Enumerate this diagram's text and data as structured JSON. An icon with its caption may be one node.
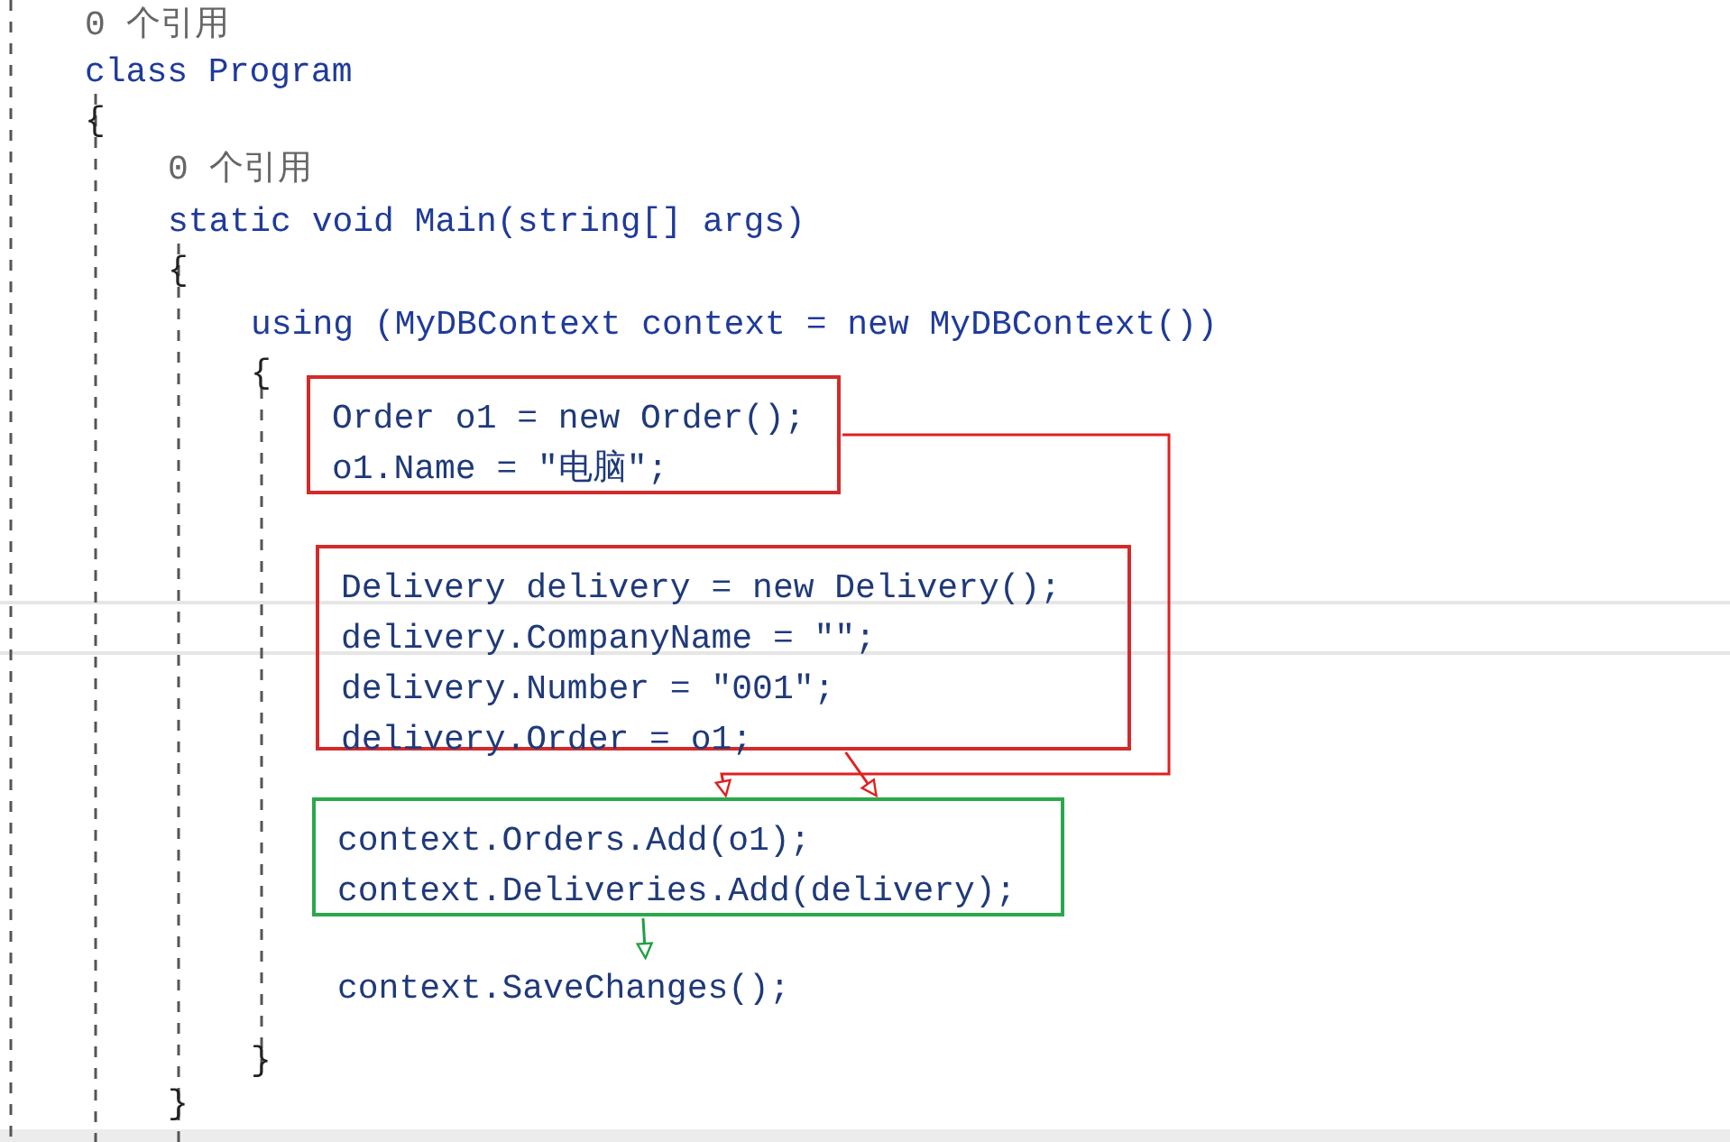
{
  "diagram": {
    "nodes": [
      {
        "text": [
          "Order o1 = new Order();",
          "o1.Name = \"电脑\";"
        ]
      },
      {
        "text": [
          "Delivery delivery = new Delivery();",
          "delivery.CompanyName = \"\";",
          "delivery.Number = \"001\";",
          "delivery.Order = o1;"
        ]
      },
      {
        "text": [
          "context.Orders.Add(o1);",
          "context.Deliveries.Add(delivery);"
        ]
      },
      {
        "text": [
          "context.SaveChanges();"
        ]
      }
    ],
    "edges": [
      {
        "from": 0,
        "to": 2,
        "arrow": "to",
        "color": "#e02020"
      },
      {
        "from": 1,
        "to": 2,
        "arrow": "to",
        "color": "#e02020"
      },
      {
        "from": 2,
        "to": 3,
        "arrow": "to",
        "color": "#20a040"
      }
    ],
    "labels": [
      "0 个引用",
      "class Program",
      "{",
      "0 个引用",
      "static void Main(string[] args)",
      "{",
      "using (MyDBContext context = new MyDBContext())",
      "{",
      "}",
      "}"
    ]
  }
}
